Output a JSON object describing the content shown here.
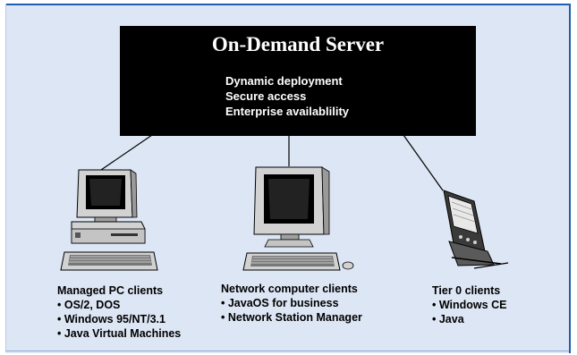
{
  "server": {
    "title": "On-Demand Server",
    "features": [
      "Dynamic deployment",
      "Secure access",
      "Enterprise availablility"
    ]
  },
  "clients": {
    "managed_pc": {
      "heading": "Managed PC clients",
      "items": [
        "OS/2, DOS",
        "Windows 95/NT/3.1",
        "Java Virtual Machines"
      ]
    },
    "network_computer": {
      "heading": "Network computer clients",
      "items": [
        "JavaOS for business",
        "Network Station Manager"
      ]
    },
    "tier0": {
      "heading": "Tier 0 clients",
      "items": [
        "Windows CE",
        "Java"
      ]
    }
  },
  "colors": {
    "panel_background": "#dde6f4",
    "panel_border": "#1f5fae",
    "server_box": "#000000",
    "device_body": "#d2d2d2"
  }
}
